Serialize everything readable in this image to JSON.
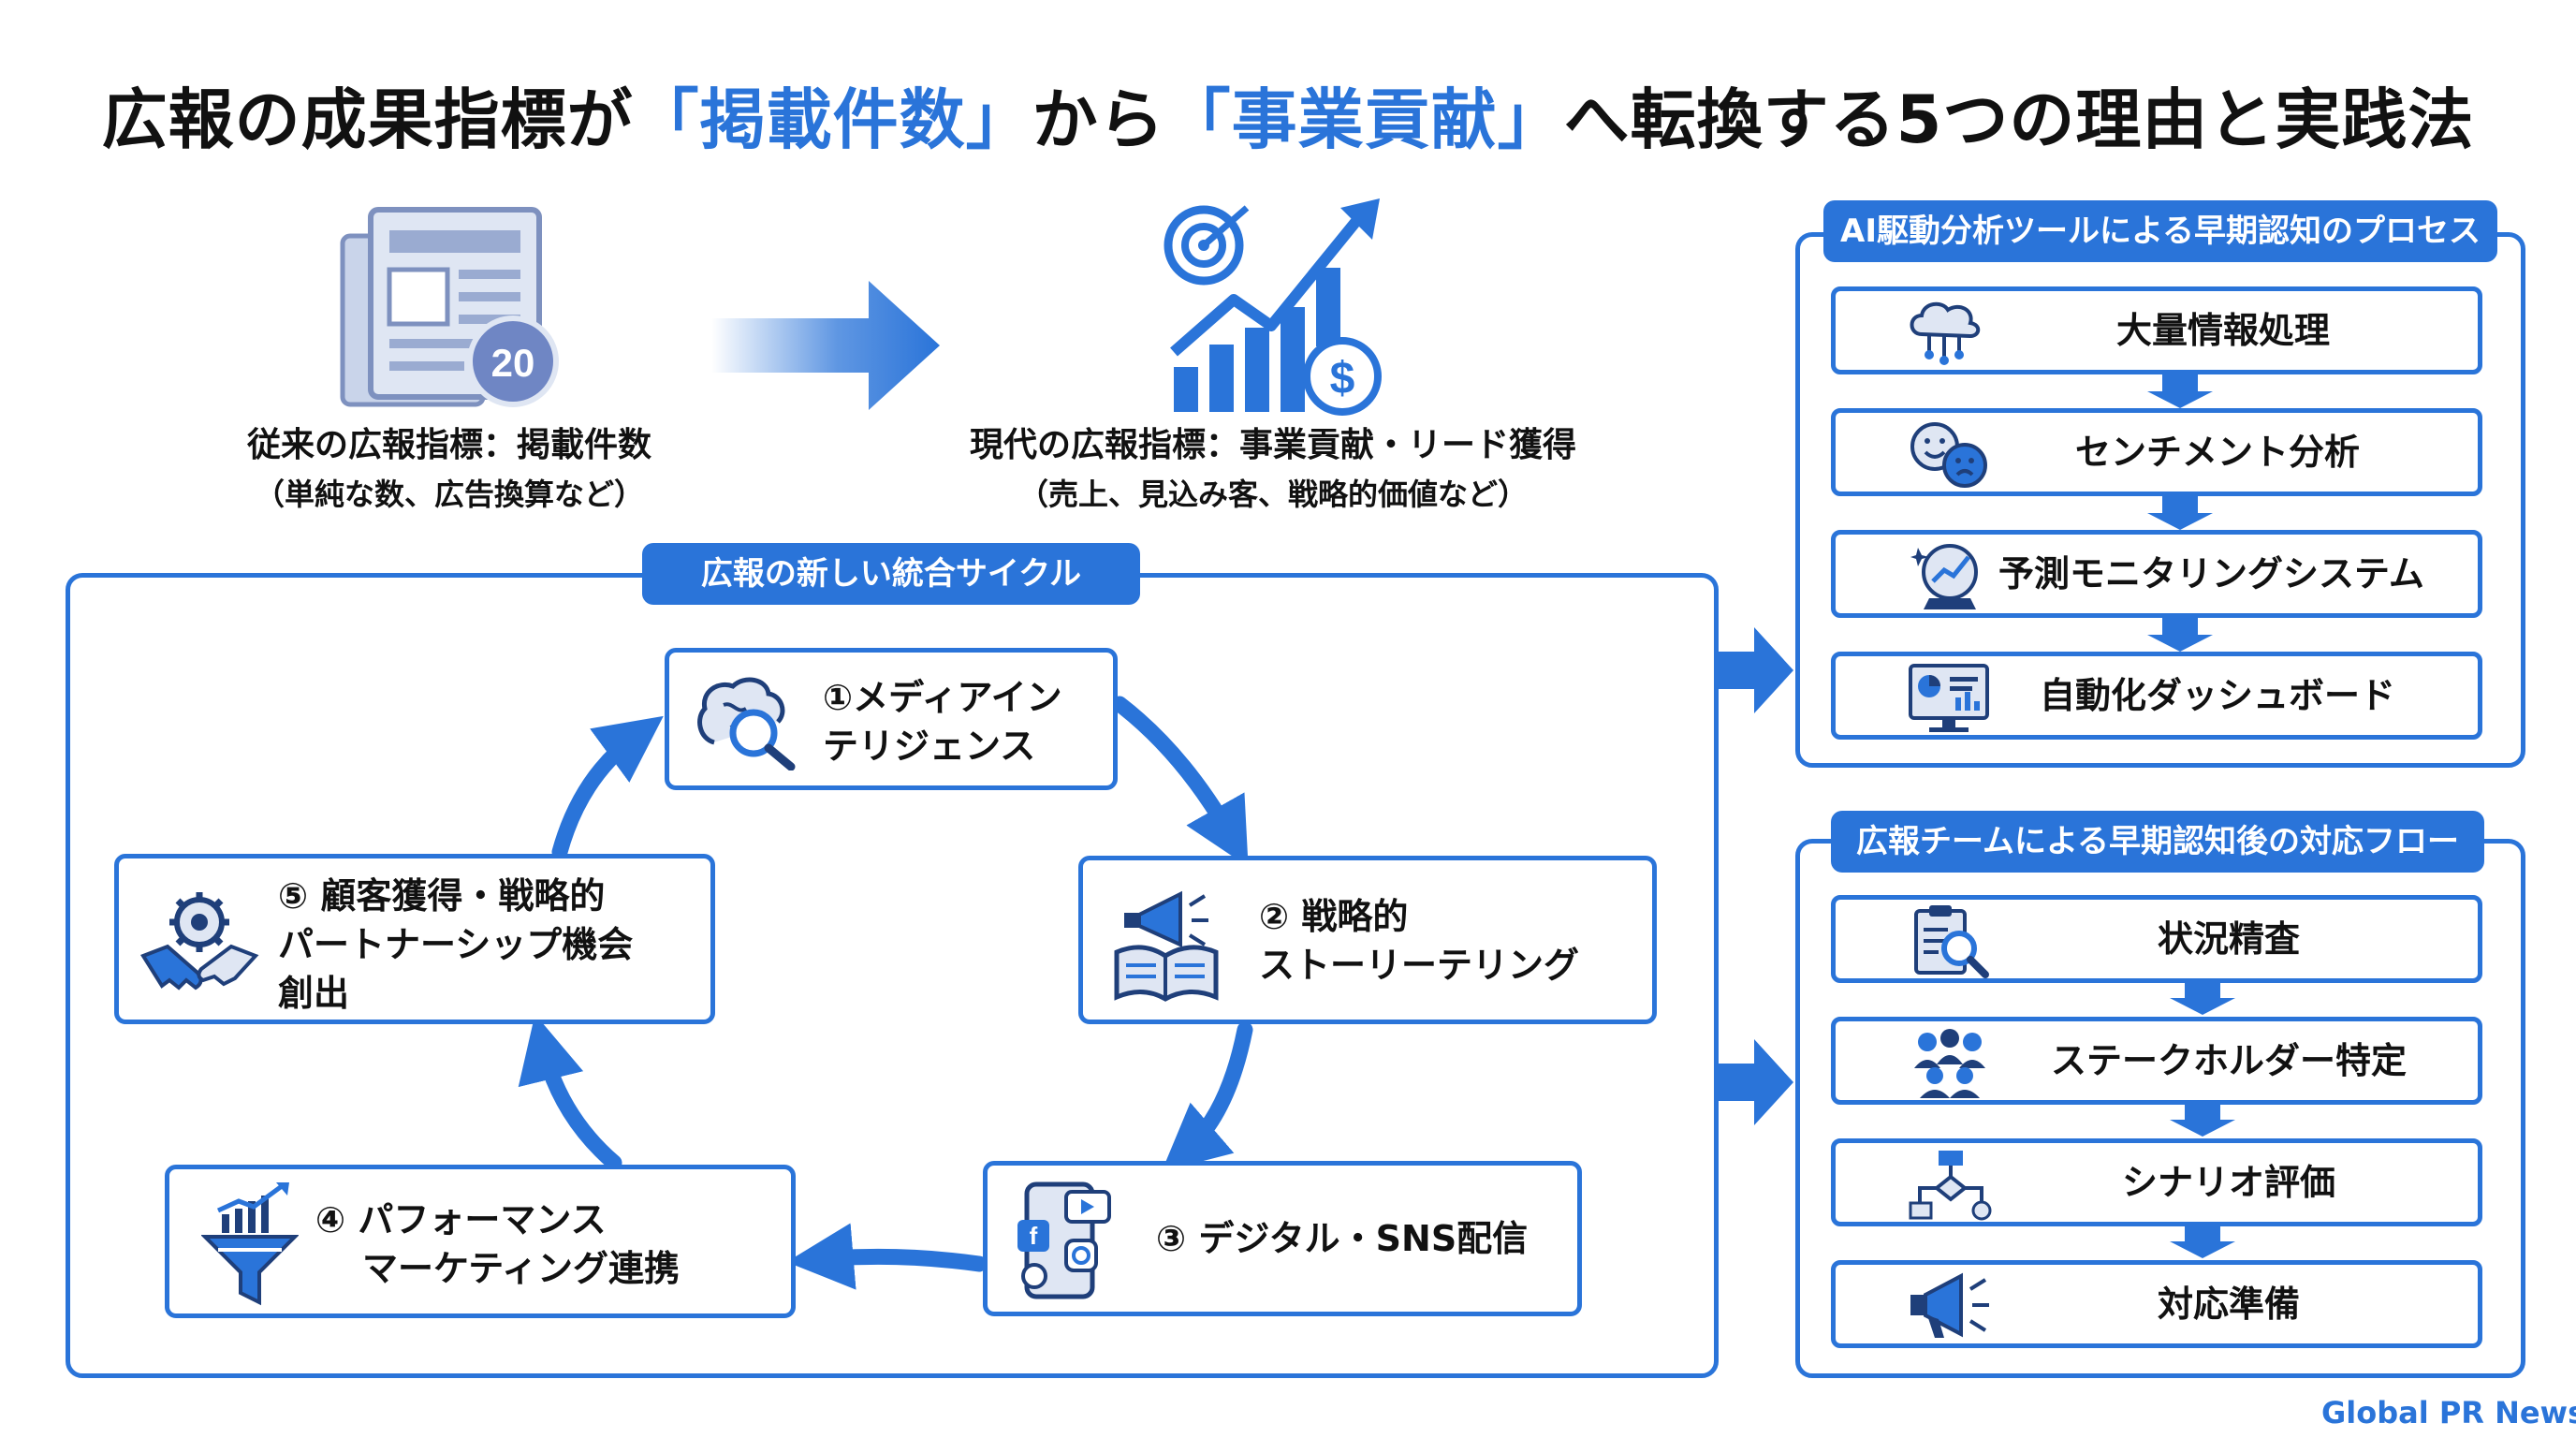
{
  "title": {
    "part1": "広報の成果指標が",
    "highlight1": "「掲載件数」",
    "part2": "から",
    "highlight2": "「事業貢献」",
    "part3": "へ転換する5つの理由と実践法"
  },
  "colors": {
    "accent": "#2a74d9",
    "accent_dark": "#1f5fbf",
    "text": "#111111",
    "background": "#ffffff"
  },
  "traditional": {
    "icon": "newspaper-icon",
    "badge": "20",
    "line1": "従来の広報指標：掲載件数",
    "line2": "（単純な数、広告換算など）"
  },
  "modern": {
    "icon": "growth-chart-target-dollar-icon",
    "line1": "現代の広報指標：事業貢献・リード獲得",
    "line2": "（売上、見込み客、戦略的価値など）"
  },
  "cycle": {
    "label": "広報の新しい統合サイクル",
    "steps": [
      {
        "lines": [
          "①メディアイン",
          "テリジェンス"
        ],
        "icon": "brain-magnifier-icon"
      },
      {
        "lines": [
          "② 戦略的",
          "ストーリーテリング"
        ],
        "icon": "megaphone-book-icon"
      },
      {
        "lines": [
          "③ デジタル・SNS配信"
        ],
        "icon": "smartphone-social-icon"
      },
      {
        "lines": [
          "④ パフォーマンス",
          "マーケティング連携"
        ],
        "icon": "funnel-chart-icon"
      },
      {
        "lines": [
          "⑤ 顧客獲得・戦略的",
          "パートナーシップ機会",
          "創出"
        ],
        "icon": "handshake-gear-icon"
      }
    ]
  },
  "ai_process": {
    "label": "AI駆動分析ツールによる早期認知のプロセス",
    "items": [
      {
        "label": "大量情報処理",
        "icon": "cloud-network-icon"
      },
      {
        "label": "センチメント分析",
        "icon": "emoji-faces-icon"
      },
      {
        "label": "予測モニタリングシステム",
        "icon": "crystal-ball-chart-icon"
      },
      {
        "label": "自動化ダッシュボード",
        "icon": "monitor-dashboard-icon"
      }
    ]
  },
  "response_flow": {
    "label": "広報チームによる早期認知後の対応フロー",
    "items": [
      {
        "label": "状況精査",
        "icon": "clipboard-magnifier-icon"
      },
      {
        "label": "ステークホルダー特定",
        "icon": "people-group-icon"
      },
      {
        "label": "シナリオ評価",
        "icon": "flowchart-icon"
      },
      {
        "label": "対応準備",
        "icon": "megaphone-icon"
      }
    ]
  },
  "footer": "Global PR News"
}
